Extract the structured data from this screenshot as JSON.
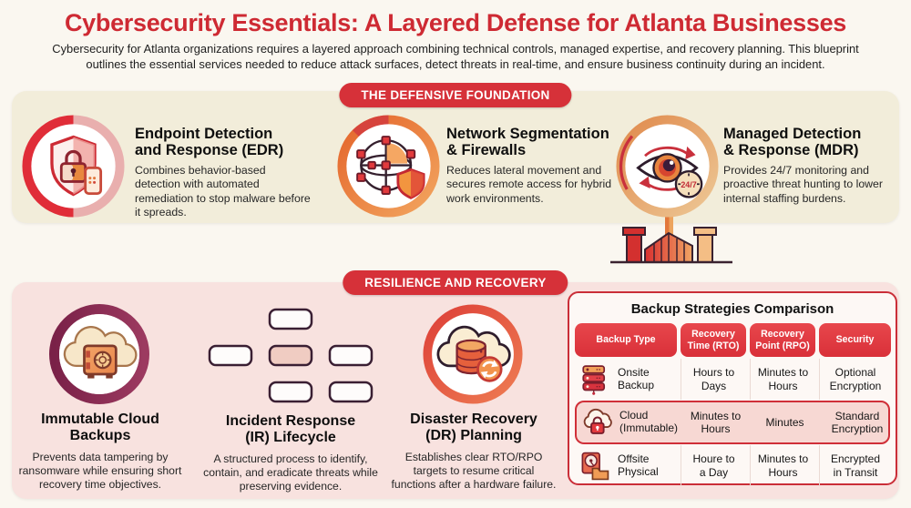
{
  "header": {
    "title": "Cybersecurity Essentials: A Layered Defense for Atlanta Businesses",
    "subtitle": "Cybersecurity for Atlanta organizations requires a layered approach combining technical controls, managed expertise, and recovery planning. This blueprint outlines the essential services needed to reduce attack surfaces, detect threats in real-time, and ensure business continuity during an incident."
  },
  "sections": [
    {
      "banner": "THE DEFENSIVE FOUNDATION",
      "items": [
        {
          "icon": "shield-lock-endpoint-icon",
          "title_line1": "Endpoint Detection",
          "title_line2": "and Response (EDR)",
          "description": "Combines behavior-based detection with automated remediation to stop malware before it spreads."
        },
        {
          "icon": "network-segmentation-icon",
          "title_line1": "Network Segmentation",
          "title_line2": "& Firewalls",
          "description": "Reduces lateral movement and secures remote access for hybrid work environments."
        },
        {
          "icon": "monitoring-eye-icon",
          "badge": "24/7",
          "title_line1": "Managed Detection",
          "title_line2": "& Response (MDR)",
          "description": "Provides 24/7 monitoring and proactive threat hunting to lower internal staffing burdens."
        }
      ]
    },
    {
      "banner": "RESILIENCE AND RECOVERY",
      "items": [
        {
          "icon": "cloud-vault-icon",
          "title_line1": "Immutable Cloud",
          "title_line2": "Backups",
          "description": "Prevents data tampering by ransomware while ensuring short recovery time objectives."
        },
        {
          "icon": "incident-flowchart-icon",
          "title_line1": "Incident Response",
          "title_line2": "(IR) Lifecycle",
          "description": "A structured process to identify, contain, and eradicate threats while preserving evidence."
        },
        {
          "icon": "cloud-database-sync-icon",
          "title_line1": "Disaster Recovery",
          "title_line2": "(DR) Planning",
          "description": "Establishes clear RTO/RPO targets to resume critical functions after a hardware failure."
        }
      ]
    }
  ],
  "table": {
    "title": "Backup Strategies Comparison",
    "headers": [
      "Backup Type",
      "Recovery Time (RTO)",
      "Recovery Point (RPO)",
      "Security"
    ],
    "rows": [
      {
        "icon": "server-stack-icon",
        "highlighted": false,
        "type": "Onsite\nBackup",
        "rto": "Hours to\nDays",
        "rpo": "Minutes to\nHours",
        "security": "Optional\nEncryption"
      },
      {
        "icon": "cloud-lock-icon",
        "highlighted": true,
        "type": "Cloud\n(Immutable)",
        "rto": "Minutes to\nHours",
        "rpo": "Minutes",
        "security": "Standard\nEncryption"
      },
      {
        "icon": "disk-folder-icon",
        "highlighted": false,
        "type": "Offsite\nPhysical",
        "rto": "Houre to\na Day",
        "rpo": "Minutes to\nHours",
        "security": "Encrypted\nin Transit"
      }
    ]
  },
  "colors": {
    "page_bg": "#FAF7F0",
    "accent_red": "#CE2A33",
    "banner_red": "#D63139",
    "band1_bg": "#F2EDDA",
    "band2_bg": "#F8E2DF",
    "table_border_red": "#CA2E38",
    "table_header_red": "#E0393F",
    "highlight_row_bg": "#F7D8D3"
  }
}
